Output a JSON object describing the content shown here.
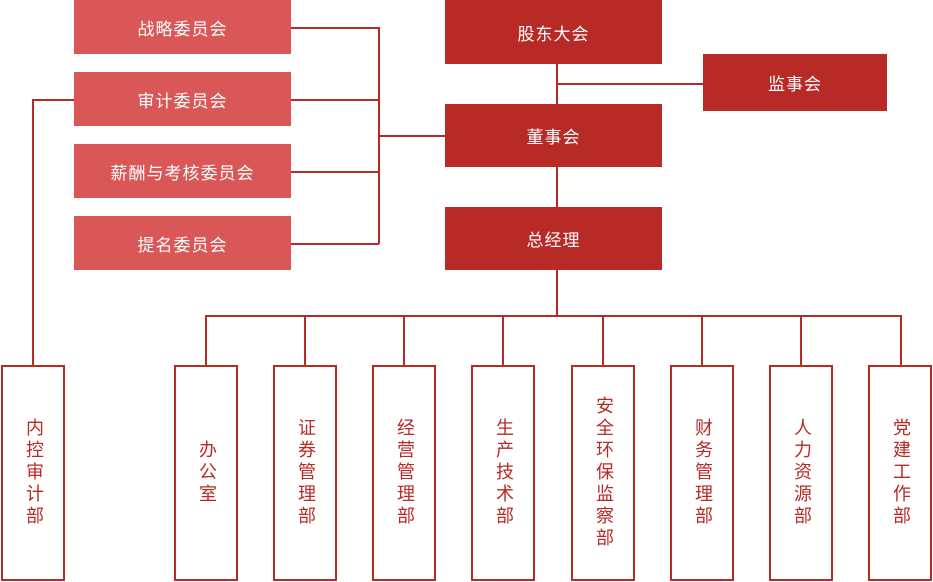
{
  "top": {
    "shareholders": "股东大会",
    "supervisors": "监事会",
    "board": "董事会",
    "gm": "总经理"
  },
  "committees": [
    {
      "label": "战略委员会"
    },
    {
      "label": "审计委员会"
    },
    {
      "label": "薪酬与考核委员会"
    },
    {
      "label": "提名委员会"
    }
  ],
  "internal_audit": "内控审计部",
  "departments": [
    {
      "label": "办公室"
    },
    {
      "label": "证券管理部"
    },
    {
      "label": "经营管理部"
    },
    {
      "label": "生产技术部"
    },
    {
      "label": "安全环保监察部"
    },
    {
      "label": "财务管理部"
    },
    {
      "label": "人力资源部"
    },
    {
      "label": "党建工作部"
    }
  ],
  "colors": {
    "dark": "#b72a26",
    "light": "#d95756"
  }
}
